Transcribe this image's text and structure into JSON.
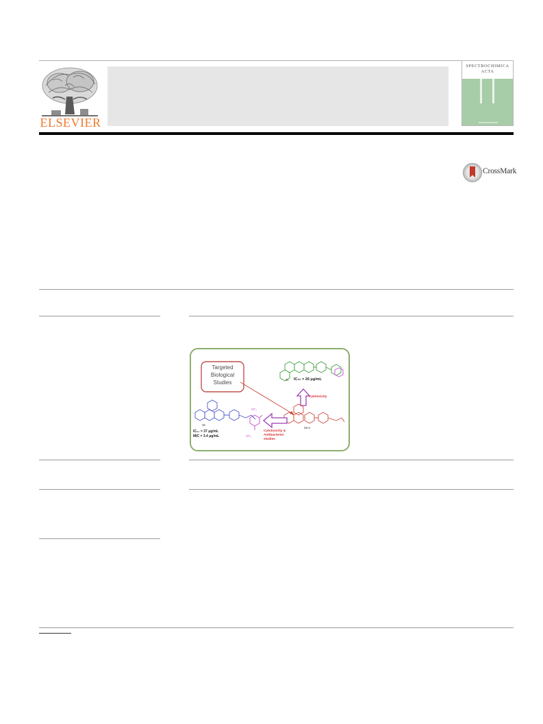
{
  "masthead": {
    "publisher_wordmark": "ELSEVIER",
    "cover_title_line1": "SPECTROCHIMICA",
    "cover_title_line2": "ACTA"
  },
  "crossmark": {
    "label": "CrossMark"
  },
  "graphical_abstract": {
    "targeted_box_line1": "Targeted",
    "targeted_box_line2": "Biological",
    "targeted_box_line3": "Studies",
    "top_compound_id": "3c",
    "top_compound_ic50": "IC₅₀ = 26 μg/mL",
    "cytotoxicity_arrow_label": "Cytotoxicity",
    "left_compound_id": "3e",
    "left_compound_ic50": "IC₅₀ = 37 μg/mL",
    "left_compound_mic": "MIC = 3.4 μg/mL",
    "left_substituent": "CF₃",
    "center_substituent": "CF₃",
    "cyto_antibacterial_line1": "Cytotoxicity &",
    "cyto_antibacterial_line2": "Antibacterial",
    "cyto_antibacterial_line3": "studies",
    "series_label": "3a-e",
    "colors": {
      "frame_border": "#8cae6d",
      "targeted_box_border": "#c0504d",
      "green_structure": "#3f9b3f",
      "blue_structure": "#4a56c6",
      "magenta_structure": "#c44ad1",
      "red_structure": "#d0473c",
      "arrow_purple": "#9b3fb5",
      "text_red": "#d8282a"
    }
  }
}
